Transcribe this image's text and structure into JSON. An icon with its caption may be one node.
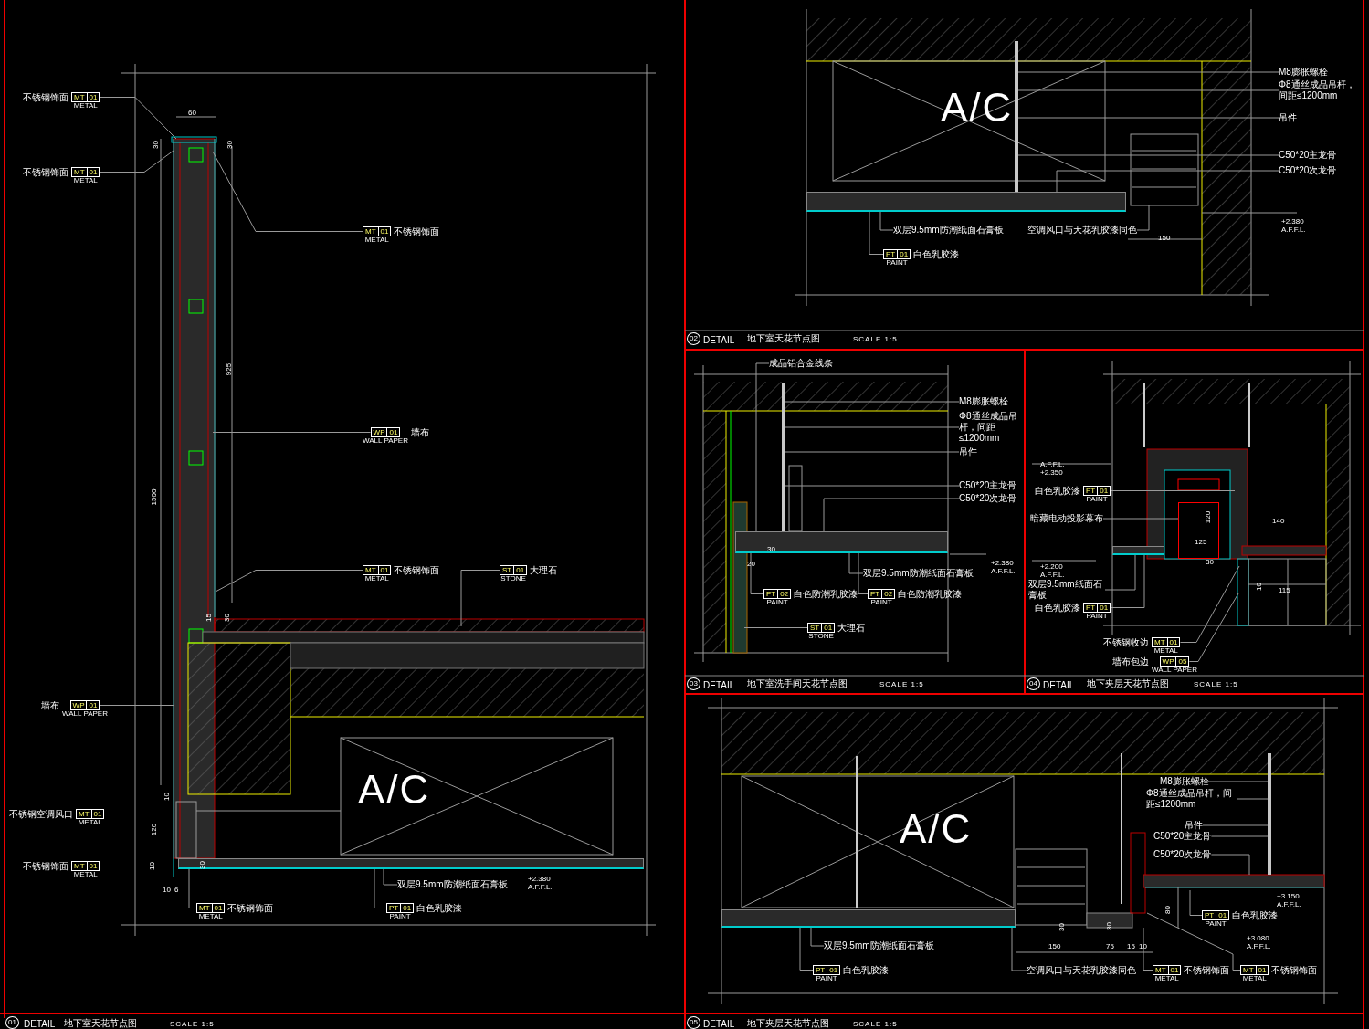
{
  "diagram": {
    "nodes": [
      {
        "text": [
          "MT",
          "01"
        ],
        "beside": [
          "METAL",
          "不锈钢饰面"
        ]
      },
      {
        "text": [
          "MT",
          "01"
        ],
        "beside": [
          "METAL",
          "不锈钢饰面"
        ]
      },
      {
        "text": [
          "MT",
          "01"
        ],
        "beside": [
          "METAL",
          "不锈钢饰面"
        ]
      },
      {
        "text": [
          "WP",
          "01"
        ],
        "beside": [
          "WALL PAPER",
          "墙布"
        ]
      },
      {
        "text": [
          "MT",
          "01"
        ],
        "beside": [
          "METAL",
          "不锈钢饰面"
        ]
      },
      {
        "text": [
          "ST",
          "01"
        ],
        "beside": [
          "STONE",
          "大理石"
        ]
      },
      {
        "text": [
          "WP",
          "01"
        ],
        "beside": [
          "WALL PAPER",
          "墙布"
        ]
      },
      {
        "text": [
          "MT",
          "01"
        ],
        "beside": [
          "METAL",
          "不锈钢空调风口"
        ]
      },
      {
        "text": [
          "MT",
          "01"
        ],
        "beside": [
          "METAL",
          "不锈钢饰面"
        ]
      },
      {
        "text": [
          "MT",
          "01"
        ],
        "beside": [
          "METAL",
          "不锈钢饰面"
        ]
      },
      {
        "text": [
          "双层9.5mm防潮纸面石膏板"
        ]
      },
      {
        "text": [
          "PT",
          "01"
        ],
        "beside": [
          "PAINT",
          "白色乳胶漆"
        ]
      },
      {
        "text": [
          "M8膨胀螺栓"
        ]
      },
      {
        "text": [
          "Φ8通丝成品吊杆，间距≤1200mm"
        ]
      },
      {
        "text": [
          "吊件"
        ]
      },
      {
        "text": [
          "C50*20主龙骨"
        ]
      },
      {
        "text": [
          "C50*20次龙骨"
        ]
      },
      {
        "text": [
          "双层9.5mm防潮纸面石膏板"
        ]
      },
      {
        "text": [
          "PT",
          "01"
        ],
        "beside": [
          "PAINT",
          "白色乳胶漆"
        ]
      },
      {
        "text": [
          "空调风口与天花乳胶漆同色"
        ]
      },
      {
        "text": [
          "成品铝合金线条"
        ]
      },
      {
        "text": [
          "M8膨胀螺栓"
        ]
      },
      {
        "text": [
          "Φ8通丝成品吊杆，间距≤1200mm"
        ]
      },
      {
        "text": [
          "吊件"
        ]
      },
      {
        "text": [
          "C50*20主龙骨"
        ]
      },
      {
        "text": [
          "C50*20次龙骨"
        ]
      },
      {
        "text": [
          "双层9.5mm防潮纸面石膏板"
        ]
      },
      {
        "text": [
          "PT",
          "02"
        ],
        "beside": [
          "PAINT",
          "白色防潮乳胶漆"
        ]
      },
      {
        "text": [
          "PT",
          "02"
        ],
        "beside": [
          "PAINT",
          "白色防潮乳胶漆"
        ]
      },
      {
        "text": [
          "ST",
          "01"
        ],
        "beside": [
          "STONE",
          "大理石"
        ]
      },
      {
        "text": [
          "PT",
          "01"
        ],
        "beside": [
          "PAINT",
          "白色乳胶漆"
        ]
      },
      {
        "text": [
          "暗藏电动投影幕布"
        ]
      },
      {
        "text": [
          "双层9.5mm纸面石膏板"
        ]
      },
      {
        "text": [
          "PT",
          "01"
        ],
        "beside": [
          "PAINT",
          "白色乳胶漆"
        ]
      },
      {
        "text": [
          "MT",
          "01"
        ],
        "beside": [
          "METAL",
          "不锈钢收边"
        ]
      },
      {
        "text": [
          "WP",
          "05"
        ],
        "beside": [
          "WALL PAPER",
          "墙布包边"
        ]
      },
      {
        "text": [
          "M8膨胀螺栓"
        ]
      },
      {
        "text": [
          "Φ8通丝成品吊杆，间距≤1200mm"
        ]
      },
      {
        "text": [
          "吊件"
        ]
      },
      {
        "text": [
          "C50*20主龙骨"
        ]
      },
      {
        "text": [
          "C50*20次龙骨"
        ]
      },
      {
        "text": [
          "PT",
          "01"
        ],
        "beside": [
          "PAINT",
          "白色乳胶漆"
        ]
      },
      {
        "text": [
          "双层9.5mm防潮纸面石膏板"
        ]
      },
      {
        "text": [
          "PT",
          "01"
        ],
        "beside": [
          "PAINT",
          "白色乳胶漆"
        ]
      },
      {
        "text": [
          "空调风口与天花乳胶漆同色"
        ]
      },
      {
        "text": [
          "MT",
          "01"
        ],
        "beside": [
          "METAL",
          "不锈钢饰面"
        ]
      },
      {
        "text": [
          "MT",
          "01"
        ],
        "beside": [
          "METAL",
          "不锈钢饰面"
        ]
      },
      {
        "text": [],
        "shape": "bar"
      },
      {
        "text": [],
        "shape": "bar"
      },
      {
        "text": [],
        "shape": "bar"
      },
      {
        "text": [],
        "shape": "bar"
      },
      {
        "text": [],
        "shape": "bar"
      },
      {
        "text": [],
        "shape": "bar"
      },
      {
        "text": [],
        "shape": "bar"
      },
      {
        "text": [],
        "shape": "bar"
      },
      {
        "text": [],
        "shape": "box"
      }
    ],
    "edges": [
      {
        "from": 0,
        "to": null,
        "arrow": "none"
      },
      {
        "from": 1,
        "to": null,
        "arrow": "none"
      },
      {
        "from": 2,
        "to": null,
        "arrow": "none"
      },
      {
        "from": 3,
        "to": null,
        "arrow": "none"
      },
      {
        "from": 4,
        "to": null,
        "arrow": "none"
      },
      {
        "from": 5,
        "to": null,
        "arrow": "none"
      },
      {
        "from": 6,
        "to": null,
        "arrow": "none"
      },
      {
        "from": 7,
        "to": null,
        "arrow": "none"
      },
      {
        "from": 8,
        "to": 50,
        "arrow": "none"
      },
      {
        "from": 9,
        "to": 50,
        "arrow": "none"
      },
      {
        "from": 10,
        "to": 50,
        "arrow": "none"
      },
      {
        "from": 11,
        "to": 50,
        "arrow": "none"
      },
      {
        "from": 12,
        "to": 47,
        "arrow": "none"
      },
      {
        "from": 13,
        "to": 47,
        "arrow": "none"
      },
      {
        "from": 14,
        "to": 47,
        "arrow": "none"
      },
      {
        "from": 15,
        "to": 47,
        "arrow": "none"
      },
      {
        "from": 16,
        "to": 51,
        "arrow": "none"
      },
      {
        "from": 17,
        "to": 51,
        "arrow": "none"
      },
      {
        "from": 18,
        "to": 51,
        "arrow": "none"
      },
      {
        "from": 19,
        "to": null,
        "arrow": "none"
      },
      {
        "from": 20,
        "to": 52,
        "arrow": "none"
      },
      {
        "from": 21,
        "to": 48,
        "arrow": "none"
      },
      {
        "from": 22,
        "to": 48,
        "arrow": "none"
      },
      {
        "from": 23,
        "to": 48,
        "arrow": "none"
      },
      {
        "from": 24,
        "to": 48,
        "arrow": "none"
      },
      {
        "from": 25,
        "to": 52,
        "arrow": "none"
      },
      {
        "from": 26,
        "to": 52,
        "arrow": "none"
      },
      {
        "from": 27,
        "to": 52,
        "arrow": "none"
      },
      {
        "from": 28,
        "to": 52,
        "arrow": "none"
      },
      {
        "from": 29,
        "to": null,
        "arrow": "none"
      },
      {
        "from": 30,
        "to": null,
        "arrow": "none"
      },
      {
        "from": 31,
        "to": 55,
        "arrow": "none"
      },
      {
        "from": 32,
        "to": 54,
        "arrow": "none"
      },
      {
        "from": 33,
        "to": 54,
        "arrow": "none"
      },
      {
        "from": 34,
        "to": null,
        "arrow": "none"
      },
      {
        "from": 35,
        "to": null,
        "arrow": "none"
      },
      {
        "from": 36,
        "to": 49,
        "arrow": "none"
      },
      {
        "from": 37,
        "to": 49,
        "arrow": "none"
      },
      {
        "from": 38,
        "to": 49,
        "arrow": "none"
      },
      {
        "from": 39,
        "to": 49,
        "arrow": "none"
      },
      {
        "from": 40,
        "to": null,
        "arrow": "none"
      },
      {
        "from": 41,
        "to": null,
        "arrow": "none"
      },
      {
        "from": 42,
        "to": 53,
        "arrow": "none"
      },
      {
        "from": 43,
        "to": 53,
        "arrow": "none"
      },
      {
        "from": 44,
        "to": 53,
        "arrow": "none"
      },
      {
        "from": 45,
        "to": null,
        "arrow": "none"
      },
      {
        "from": 46,
        "to": null,
        "arrow": "none"
      }
    ],
    "labels": [
      "60",
      "30",
      "30",
      "925",
      "1500",
      "15",
      "30",
      "A/C",
      "10",
      "120",
      "10",
      "10",
      "6",
      "30",
      "+2.380",
      "A.F.F.L.",
      "01",
      "DETAIL",
      "地下室天花节点图",
      "SCALE 1:5",
      "A/C",
      "+2.380",
      "A.F.F.L.",
      "150",
      "02",
      "DETAIL",
      "地下室天花节点图",
      "SCALE 1:5",
      "30",
      "20",
      "+2.380",
      "A.F.F.L.",
      "03",
      "DETAIL",
      "地下室洗手间天花节点图",
      "SCALE 1:5",
      "A.F.F.L.",
      "+2.350",
      "120",
      "140",
      "125",
      "30",
      "+2.200",
      "A.F.F.L.",
      "10",
      "115",
      "04",
      "DETAIL",
      "地下夹层天花节点图",
      "SCALE 1:5",
      "A/C",
      "+3.150",
      "A.F.F.L.",
      "80",
      "30",
      "30",
      "150",
      "75",
      "15",
      "10",
      "+3.080",
      "A.F.F.L.",
      "05",
      "DETAIL",
      "地下夹层天花节点图",
      "SCALE 1:5"
    ]
  }
}
